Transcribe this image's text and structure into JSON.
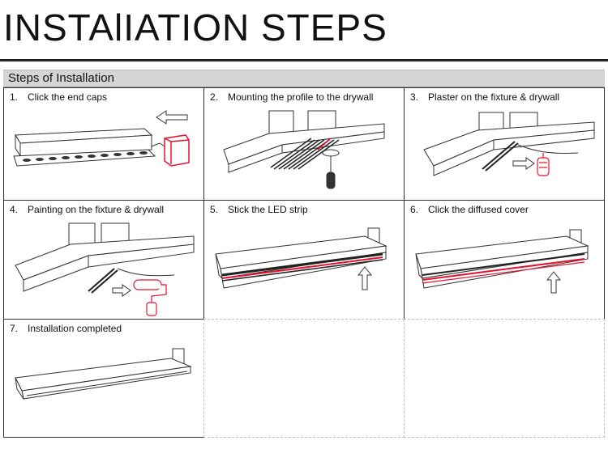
{
  "page": {
    "title": "INSTAlIATION STEPS"
  },
  "section": {
    "title": "Steps of Installation"
  },
  "steps": [
    {
      "num": "1.",
      "label": "Click the end caps"
    },
    {
      "num": "2.",
      "label": "Mounting the profile to the drywall"
    },
    {
      "num": "3.",
      "label": "Plaster on the fixture & drywall"
    },
    {
      "num": "4.",
      "label": "Painting on the fixture & drywall"
    },
    {
      "num": "5.",
      "label": "Stick the LED strip"
    },
    {
      "num": "6.",
      "label": "Click the diffused cover"
    },
    {
      "num": "7.",
      "label": "Installation completed"
    }
  ],
  "colors": {
    "accent": "#e8112d",
    "line": "#333333",
    "band": "#d5d5d5"
  }
}
